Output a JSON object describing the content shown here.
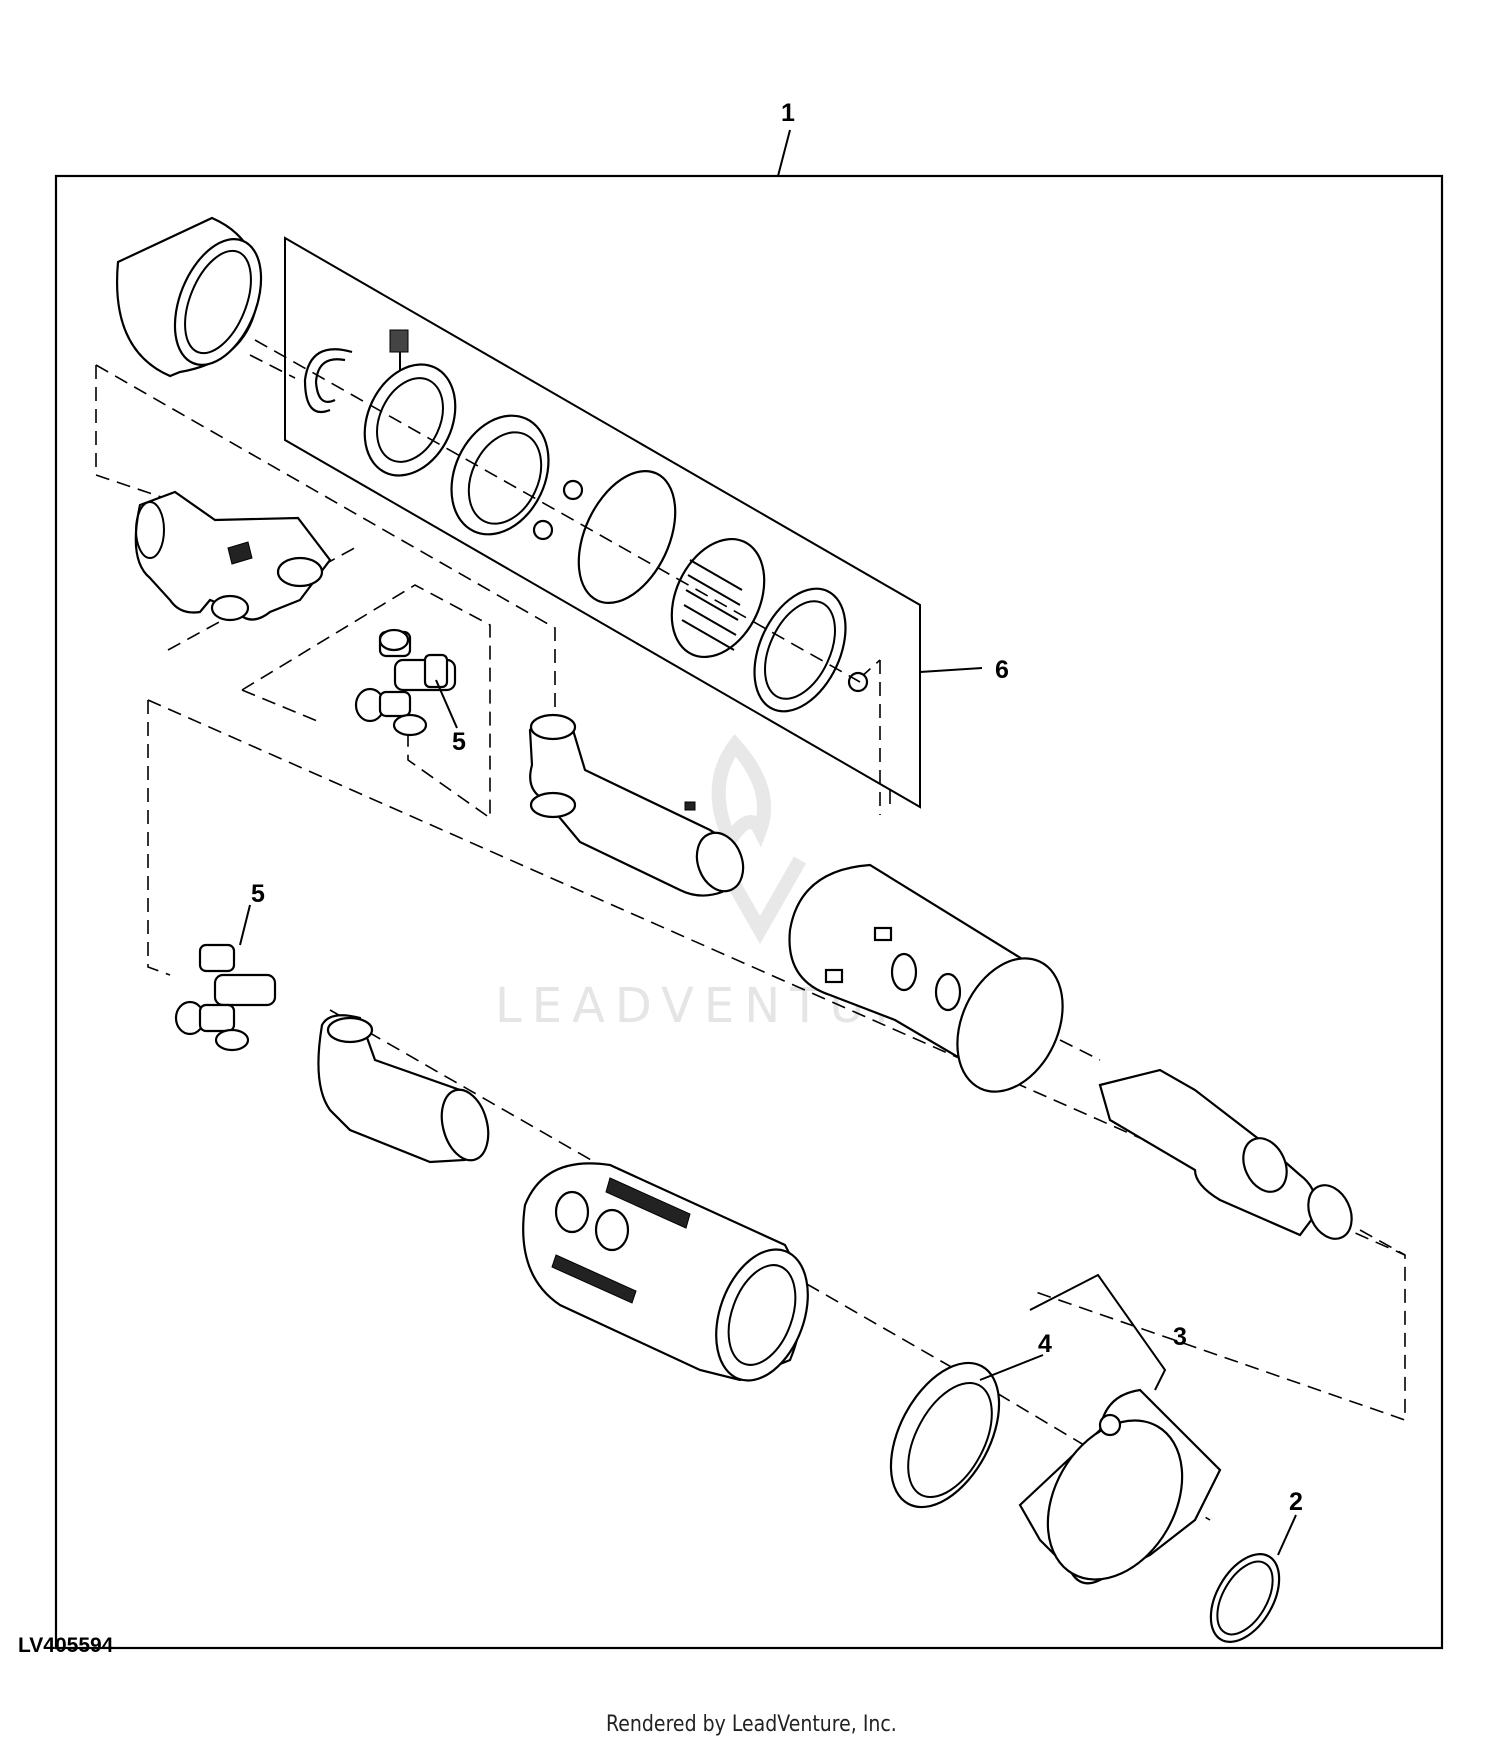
{
  "diagram": {
    "reference_code": "LV405594",
    "footer_text": "Rendered by LeadVenture, Inc.",
    "watermark_text": "LEADVENTURE",
    "callouts": {
      "c1": "1",
      "c2": "2",
      "c3": "3",
      "c4": "4",
      "c5a": "5",
      "c5b": "5",
      "c6": "6"
    }
  }
}
